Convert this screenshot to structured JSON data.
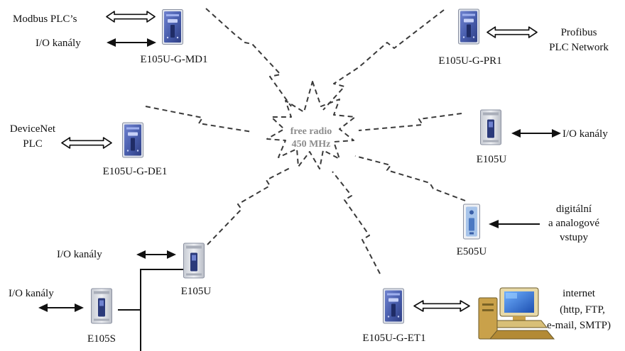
{
  "center": {
    "line1": "free radio",
    "line2": "450 MHz"
  },
  "devices": {
    "md1": "E105U-G-MD1",
    "pr1": "E105U-G-PR1",
    "de1": "E105U-G-DE1",
    "e105u_right": "E105U",
    "e505u": "E505U",
    "e105u_bottom": "E105U",
    "e105s": "E105S",
    "et1": "E105U-G-ET1"
  },
  "labels": {
    "modbus": "Modbus PLC’s",
    "io_md1": "I/O kanály",
    "profibus_1": "Profibus",
    "profibus_2": "PLC Network",
    "devicenet_1": "DeviceNet",
    "devicenet_2": "PLC",
    "io_right": "I/O kanály",
    "analog_1": "digitální",
    "analog_2": "a analogové",
    "analog_3": "vstupy",
    "io_bottom": "I/O kanály",
    "io_e105s": "I/O kanály",
    "internet_1": "internet",
    "internet_2": "(http, FTP,",
    "internet_3": "e-mail, SMTP)"
  },
  "colors": {
    "module_blue": "#4a5fae",
    "module_frame": "#d9dde6",
    "radio_line": "#3a3a3a",
    "center_text": "#8c8c8c",
    "computer_screen": "#2e6fd0",
    "computer_body": "#c9a14a"
  }
}
